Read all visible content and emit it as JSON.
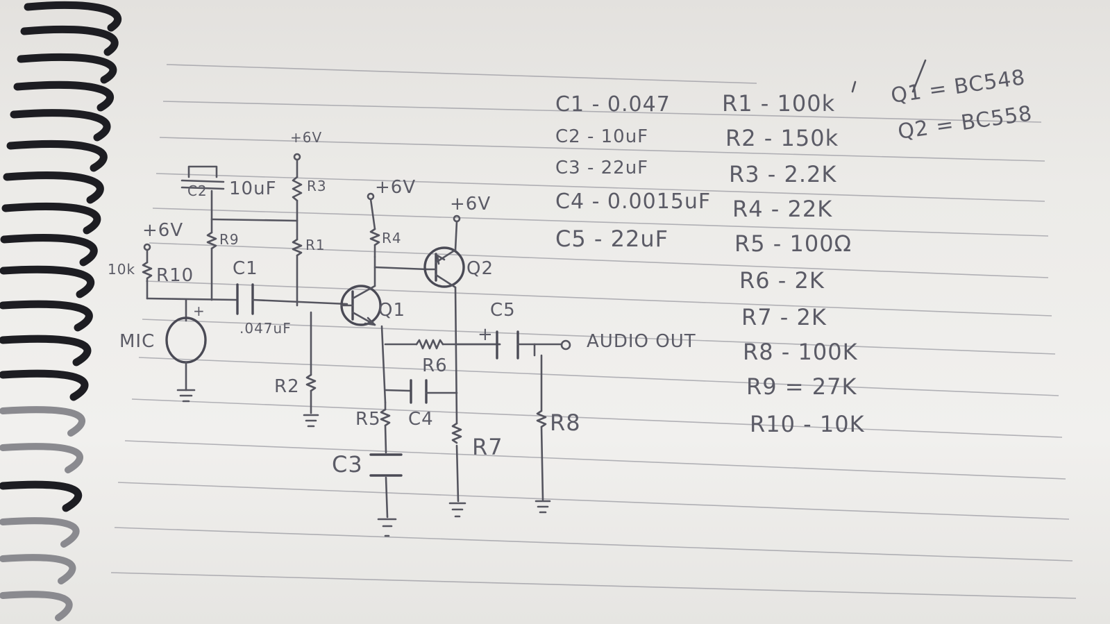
{
  "components_list": {
    "capacitors": [
      {
        "text": "C1 - 0.047"
      },
      {
        "text": "C2 - 10uF"
      },
      {
        "text": "C3 - 22uF"
      },
      {
        "text": "C4 - 0.0015uF"
      },
      {
        "text": "C5 - 22uF"
      }
    ],
    "resistors": [
      {
        "text": "R1 - 100k"
      },
      {
        "text": "R2 - 150k"
      },
      {
        "text": "R3 - 2.2K"
      },
      {
        "text": "R4 - 22K"
      },
      {
        "text": "R5 - 100Ω"
      },
      {
        "text": "R6 - 2K"
      },
      {
        "text": "R7 - 2K"
      },
      {
        "text": "R8 - 100K"
      },
      {
        "text": "R9 = 27K"
      },
      {
        "text": "R10 - 10K"
      }
    ],
    "transistors": [
      {
        "text": "Q1 = BC548"
      },
      {
        "text": "Q2 = BC558"
      }
    ]
  },
  "schematic": {
    "labels": {
      "vcc_r3": "+6V",
      "vcc_r4": "+6V",
      "vcc_q2": "+6V",
      "vcc_r10": "+6V",
      "c2": "C2",
      "c2_value": "10uF",
      "r3": "R3",
      "r9": "R9",
      "r1": "R1",
      "r4": "R4",
      "r10_value": "10k",
      "r10": "R10",
      "c1": "C1",
      "c1_value": ".047uF",
      "q1": "Q1",
      "q2": "Q2",
      "c5": "C5",
      "audio_out": "AUDIO OUT",
      "mic": "MIC",
      "r6": "R6",
      "r2": "R2",
      "r5": "R5",
      "c4": "C4",
      "r8": "R8",
      "r7": "R7",
      "c3": "C3",
      "plus": "+"
    }
  }
}
